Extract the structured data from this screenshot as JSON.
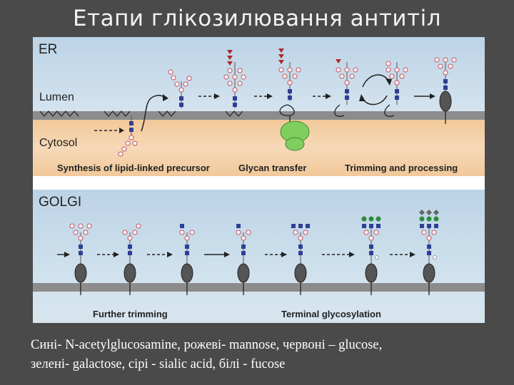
{
  "slide": {
    "title": "Етапи глікозилювання антитіл"
  },
  "er_panel": {
    "label": "ER",
    "lumen": "Lumen",
    "cytosol": "Cytosol",
    "captions": [
      "Synthesis of lipid-linked precursor",
      "Glycan transfer",
      "Trimming and processing"
    ]
  },
  "golgi_panel": {
    "label": "GOLGI",
    "captions": [
      "Further trimming",
      "Terminal glycosylation"
    ]
  },
  "legend": {
    "line1": "Сині- N-acetylglucosamine, рожеві- mannose, червоні – glucose,",
    "line2": "зелені- galactose, сірі - sialic acid, білі - fucose"
  },
  "colors": {
    "glcnac": "#2e3f96",
    "mannose": "#c9707e",
    "glucose": "#b0282a",
    "galactose": "#2f8a3a",
    "sialic_acid": "#666666",
    "fucose": "#ffffff",
    "membrane": "#8c8c8c",
    "lumen": "#c9dceb",
    "cytosol": "#f3cda3",
    "protein": "#555555",
    "ost_enzyme": "#7fce5e"
  }
}
